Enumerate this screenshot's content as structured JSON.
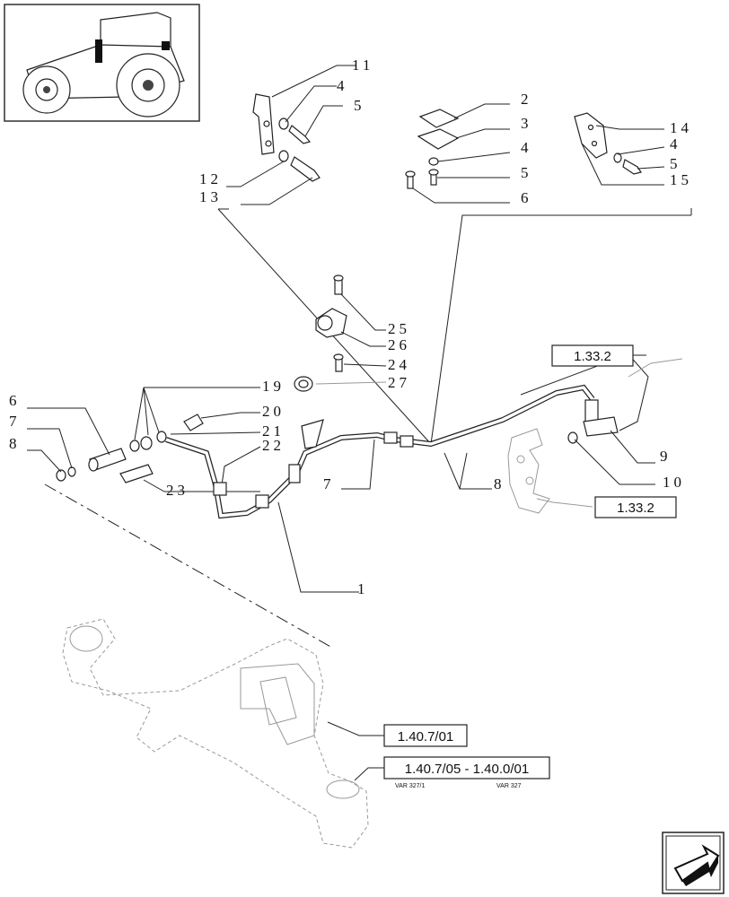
{
  "callouts": {
    "c11": "11",
    "c4a": "4",
    "c5a": "5",
    "c12": "12",
    "c13": "13",
    "c2": "2",
    "c3": "3",
    "c4b": "4",
    "c5b": "5",
    "c6a": "6",
    "c14": "14",
    "c4c": "4",
    "c5c": "5",
    "c15": "15",
    "c25": "25",
    "c26": "26",
    "c24": "24",
    "c27": "27",
    "c19": "19",
    "c20": "20",
    "c21": "21",
    "c22": "22",
    "c23": "23",
    "c6b": "6",
    "c7a": "7",
    "c8a": "8",
    "c7b": "7",
    "c8b": "8",
    "c9": "9",
    "c10": "10",
    "c1": "1"
  },
  "refs": {
    "r1": "1.33.2",
    "r2": "1.33.2",
    "r3": "1.40.7/01",
    "r4": "1.40.7/05 - 1.40.0/01"
  },
  "var_labels": {
    "v1": "VAR 327/1",
    "v2": "VAR 327"
  },
  "icons": {
    "thumbnail": "tractor-thumbnail-icon",
    "nav": "next-page-arrow-icon"
  }
}
